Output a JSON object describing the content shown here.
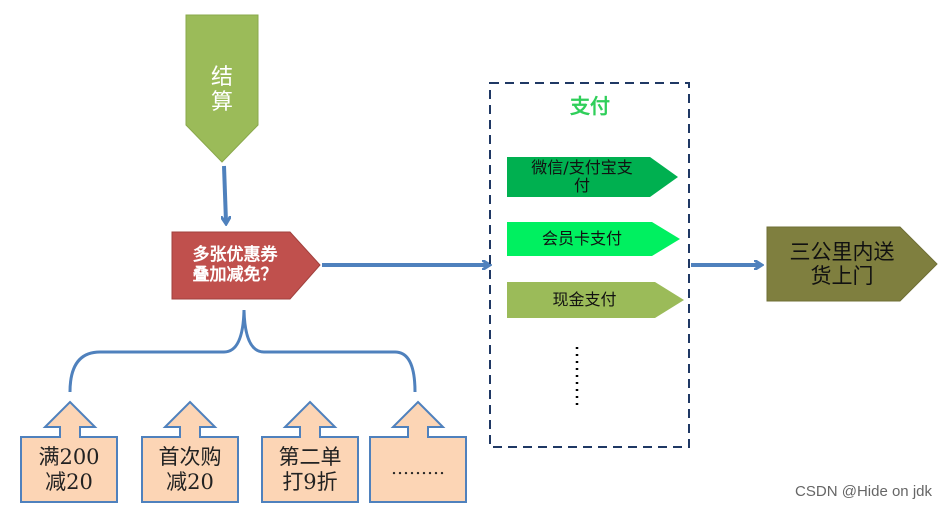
{
  "checkout": {
    "label_line1": "结",
    "label_line2": "算"
  },
  "coupon_question": {
    "line1": "多张优惠券",
    "line2": "叠加减免？"
  },
  "payment": {
    "title": "支付",
    "methods": [
      {
        "line1": "微信/支付宝支",
        "line2": "付"
      },
      {
        "line1": "会员卡支付",
        "line2": ""
      },
      {
        "line1": "现金支付",
        "line2": ""
      }
    ],
    "more": "……"
  },
  "delivery": {
    "line1": "三公里内送",
    "line2": "货上门"
  },
  "coupons": [
    {
      "line1": "满200",
      "line2": "减20"
    },
    {
      "line1": "首次购",
      "line2": "减20"
    },
    {
      "line1": "第二单",
      "line2": "打9折"
    },
    {
      "line1": "………",
      "line2": ""
    }
  ],
  "watermark": "CSDN @Hide on jdk",
  "colors": {
    "checkout": "#9bbb59",
    "coupon_question": "#c0504d",
    "wechat_alipay": "#00b050",
    "member_card": "#00f060",
    "cash": "#9bbb59",
    "delivery": "#7f7f3f",
    "coupon_box": "#fcd5b5",
    "connector": "#4f81bd",
    "payment_title": "#2fcf5a"
  }
}
